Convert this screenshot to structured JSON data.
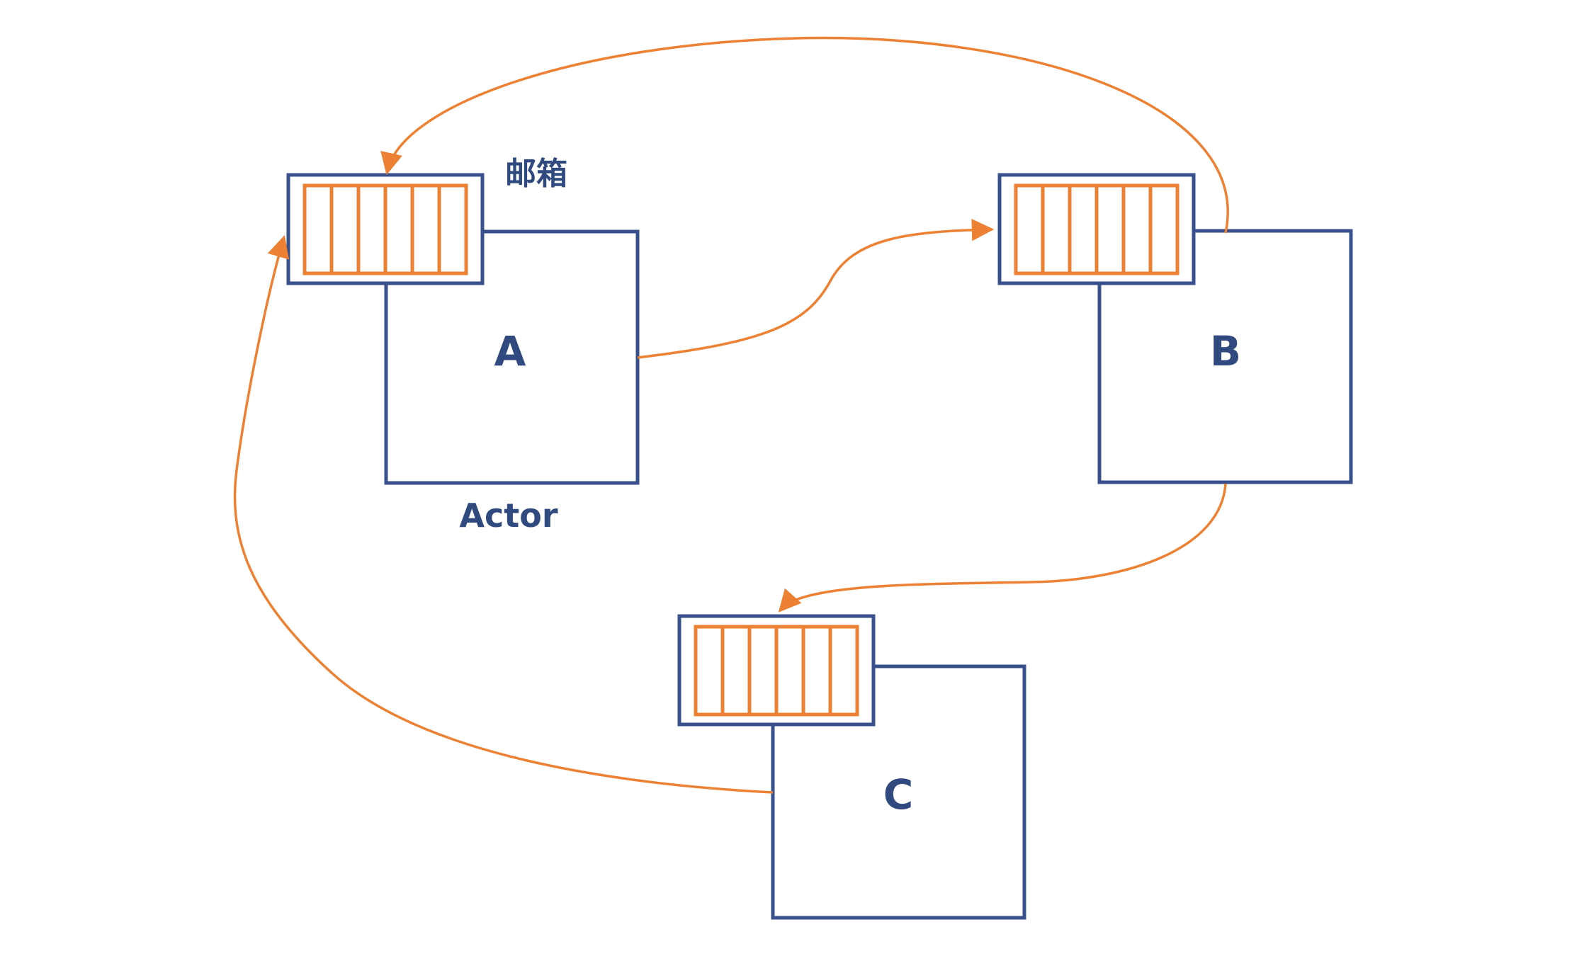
{
  "diagram": {
    "title_hint": "actor-model mailbox diagram",
    "labels": {
      "mailbox": "邮箱",
      "actor_caption": "Actor"
    },
    "actors": [
      {
        "id": "A",
        "label": "A"
      },
      {
        "id": "B",
        "label": "B"
      },
      {
        "id": "C",
        "label": "C"
      }
    ],
    "mailbox_slots": 6,
    "arrows": [
      {
        "from": "actor-A-right",
        "to": "mailbox-B-left"
      },
      {
        "from": "actor-B-top",
        "to": "mailbox-A-top"
      },
      {
        "from": "actor-B-bottom",
        "to": "mailbox-C-top"
      },
      {
        "from": "actor-C-left",
        "to": "mailbox-A-left"
      }
    ],
    "colors": {
      "navy": "#38508B",
      "orange": "#ED8133",
      "text": "#304A80",
      "background": "#FFFFFF"
    }
  }
}
